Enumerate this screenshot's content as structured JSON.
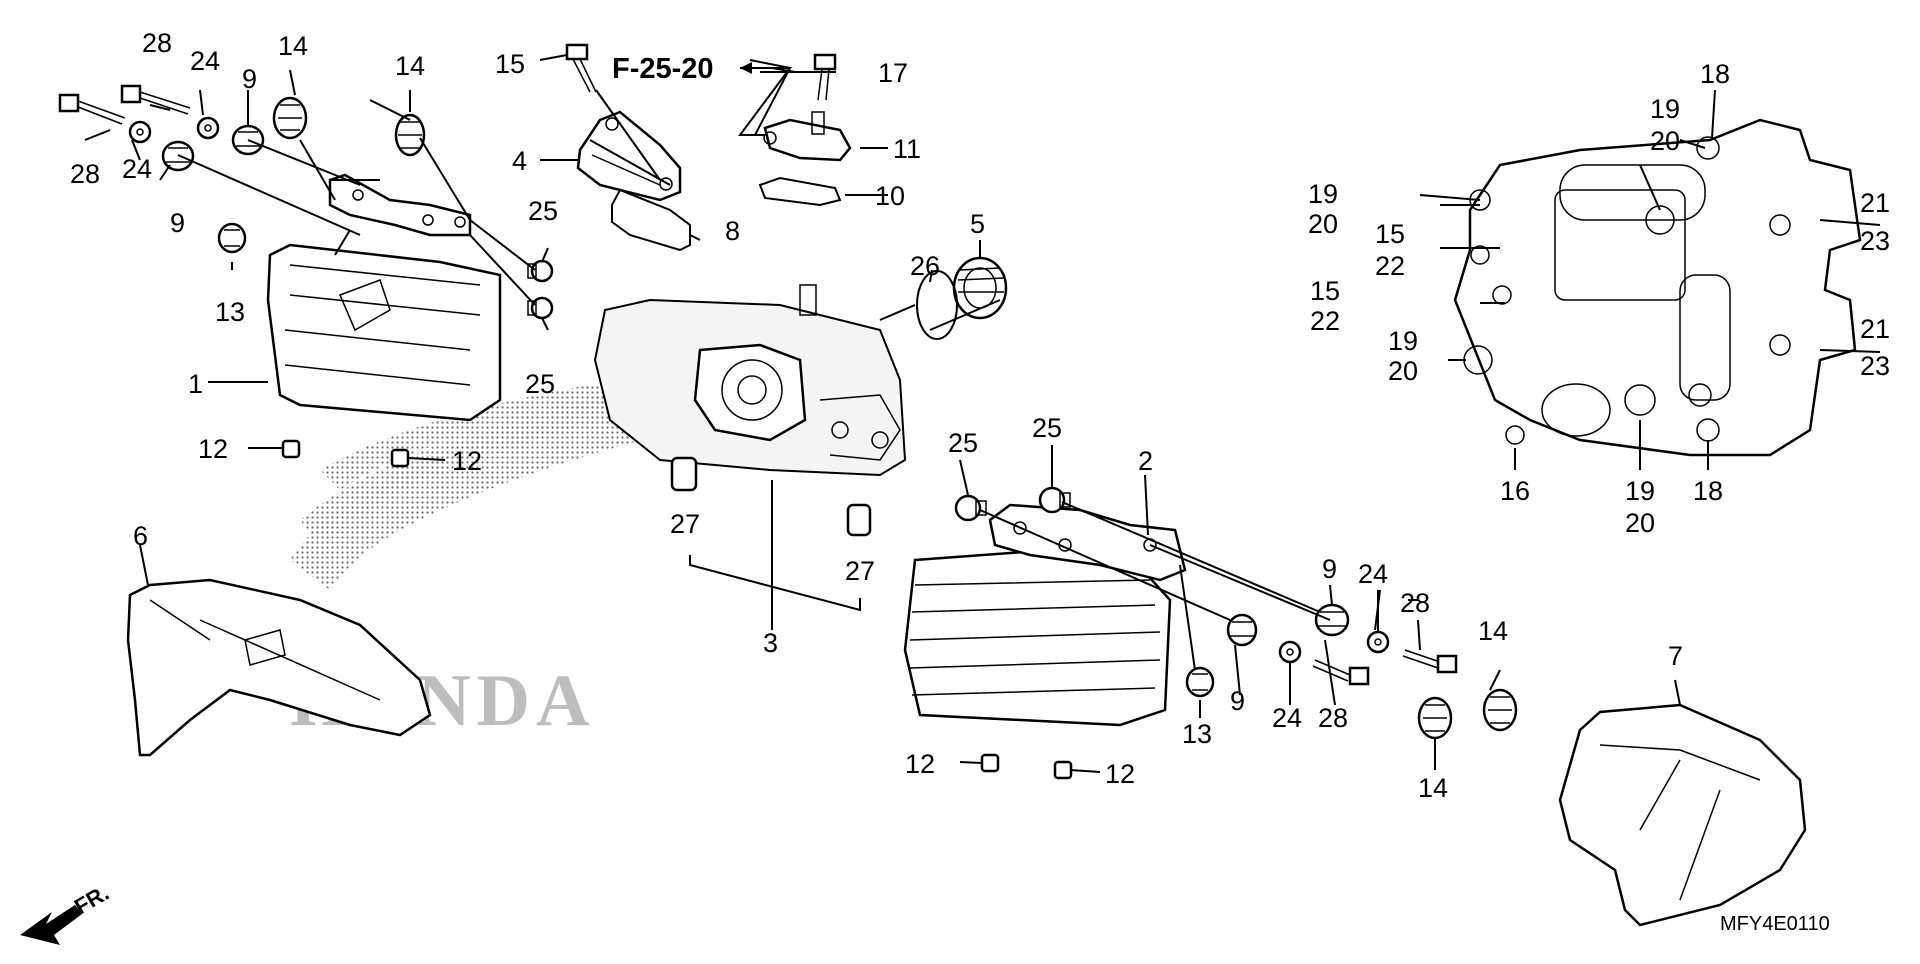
{
  "diagram": {
    "reference_label": "F-25-20",
    "diagram_code": "MFY4E0110",
    "front_indicator": "FR.",
    "watermark": "HONDA",
    "callouts": [
      {
        "id": "c28a",
        "text": "28"
      },
      {
        "id": "c24a",
        "text": "24"
      },
      {
        "id": "c9a",
        "text": "9"
      },
      {
        "id": "c14a",
        "text": "14"
      },
      {
        "id": "c14b",
        "text": "14"
      },
      {
        "id": "c28b",
        "text": "28"
      },
      {
        "id": "c24b",
        "text": "24"
      },
      {
        "id": "c9b",
        "text": "9"
      },
      {
        "id": "c13a",
        "text": "13"
      },
      {
        "id": "c25a",
        "text": "25"
      },
      {
        "id": "c25b",
        "text": "25"
      },
      {
        "id": "c1",
        "text": "1"
      },
      {
        "id": "c12a",
        "text": "12"
      },
      {
        "id": "c12b",
        "text": "12"
      },
      {
        "id": "c15a",
        "text": "15"
      },
      {
        "id": "c4",
        "text": "4"
      },
      {
        "id": "c8",
        "text": "8"
      },
      {
        "id": "c17",
        "text": "17"
      },
      {
        "id": "c11",
        "text": "11"
      },
      {
        "id": "c10",
        "text": "10"
      },
      {
        "id": "c5",
        "text": "5"
      },
      {
        "id": "c26",
        "text": "26"
      },
      {
        "id": "c27a",
        "text": "27"
      },
      {
        "id": "c27b",
        "text": "27"
      },
      {
        "id": "c3",
        "text": "3"
      },
      {
        "id": "c6",
        "text": "6"
      },
      {
        "id": "c25c",
        "text": "25"
      },
      {
        "id": "c25d",
        "text": "25"
      },
      {
        "id": "c2",
        "text": "2"
      },
      {
        "id": "c9c",
        "text": "9"
      },
      {
        "id": "c24c",
        "text": "24"
      },
      {
        "id": "c28c",
        "text": "28"
      },
      {
        "id": "c14c",
        "text": "14"
      },
      {
        "id": "c9d",
        "text": "9"
      },
      {
        "id": "c24d",
        "text": "24"
      },
      {
        "id": "c28d",
        "text": "28"
      },
      {
        "id": "c13b",
        "text": "13"
      },
      {
        "id": "c14d",
        "text": "14"
      },
      {
        "id": "c12c",
        "text": "12"
      },
      {
        "id": "c12d",
        "text": "12"
      },
      {
        "id": "c7",
        "text": "7"
      },
      {
        "id": "c18a",
        "text": "18"
      },
      {
        "id": "c19a",
        "text": "19"
      },
      {
        "id": "c20a",
        "text": "20"
      },
      {
        "id": "c19b",
        "text": "19"
      },
      {
        "id": "c20b",
        "text": "20"
      },
      {
        "id": "c15b",
        "text": "15"
      },
      {
        "id": "c22a",
        "text": "22"
      },
      {
        "id": "c15c",
        "text": "15"
      },
      {
        "id": "c22b",
        "text": "22"
      },
      {
        "id": "c19c",
        "text": "19"
      },
      {
        "id": "c20c",
        "text": "20"
      },
      {
        "id": "c21a",
        "text": "21"
      },
      {
        "id": "c23a",
        "text": "23"
      },
      {
        "id": "c21b",
        "text": "21"
      },
      {
        "id": "c23b",
        "text": "23"
      },
      {
        "id": "c16",
        "text": "16"
      },
      {
        "id": "c19d",
        "text": "19"
      },
      {
        "id": "c20d",
        "text": "20"
      },
      {
        "id": "c18b",
        "text": "18"
      }
    ]
  }
}
